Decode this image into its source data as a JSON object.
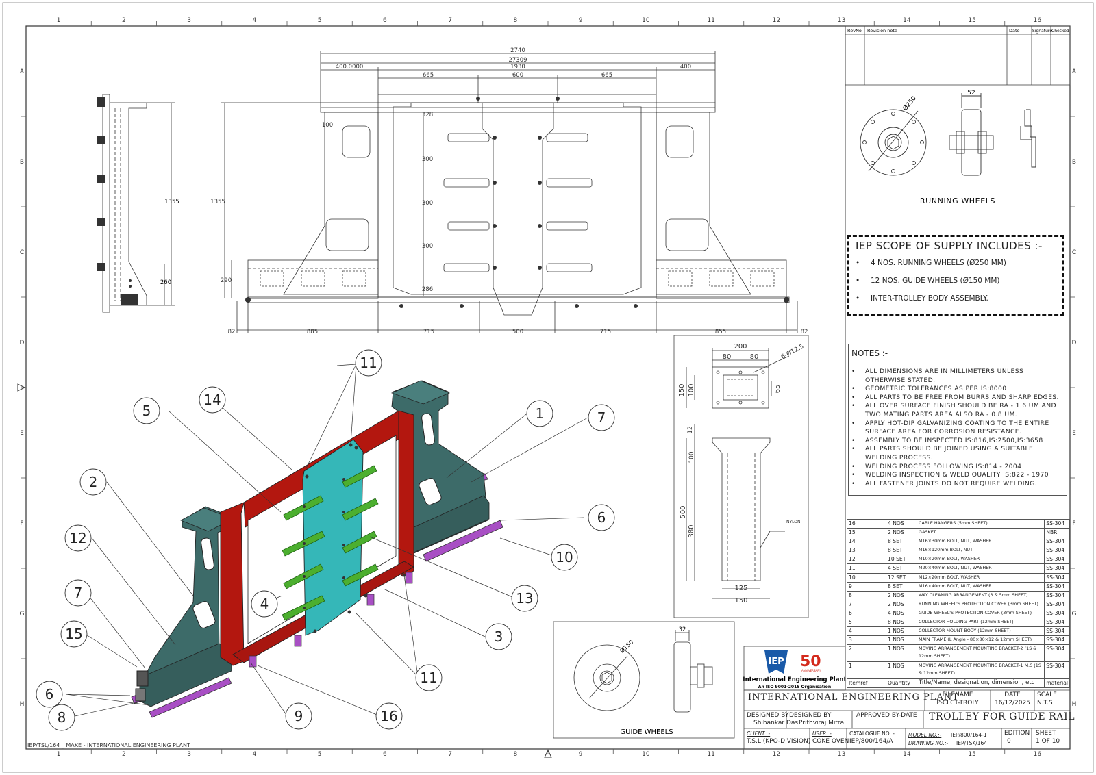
{
  "frame": {
    "col_numbers": [
      "1",
      "2",
      "3",
      "4",
      "5",
      "6",
      "7",
      "8",
      "9",
      "10",
      "11",
      "12",
      "13",
      "14",
      "15",
      "16"
    ],
    "row_letters": [
      "A",
      "B",
      "C",
      "D",
      "E",
      "F",
      "G",
      "H"
    ],
    "footer_left": "IEP/TSL/164 _ MAKE - INTERNATIONAL ENGINEERING PLANT"
  },
  "revision_table": {
    "headers": [
      "RevNo",
      "Revision note",
      "Date",
      "Signature",
      "Checked"
    ]
  },
  "running_wheels": {
    "label": "RUNNING WHEELS",
    "dims": {
      "dia": "Ø250",
      "width": "52"
    }
  },
  "scope": {
    "title": "IEP SCOPE OF SUPPLY INCLUDES :-",
    "items": [
      "4 NOS. RUNNING WHEELS (Ø250 MM)",
      "12 NOS. GUIDE WHEELS (Ø150 MM)",
      "INTER-TROLLEY BODY ASSEMBLY."
    ]
  },
  "notes": {
    "title": "NOTES :-",
    "items": [
      "ALL DIMENSIONS ARE IN MILLIMETERS UNLESS OTHERWISE STATED.",
      "GEOMETRIC TOLERANCES AS PER IS:8000",
      "ALL PARTS TO BE FREE FROM BURRS AND SHARP EDGES.",
      "ALL OVER SURFACE FINISH SHOULD BE RA - 1.6 UM AND TWO MATING PARTS AREA ALSO RA - 0.8 UM.",
      "APPLY HOT-DIP GALVANIZING COATING TO THE ENTIRE SURFACE AREA FOR CORROSION RESISTANCE.",
      "ASSEMBLY TO BE INSPECTED IS:816,IS:2500,IS:3658",
      "ALL PARTS SHOULD BE JOINED USING A SUITABLE WELDING PROCESS.",
      "WELDING PROCESS FOLLOWING IS:814 - 2004",
      "WELDING INSPECTION & WELD QUALITY IS:822 - 1970",
      "ALL FASTENER JOINTS DO NOT REQUIRE WELDING."
    ]
  },
  "top_view_dims": {
    "overall_1": "2740",
    "overall_2": "27309",
    "left_400": "400.0000",
    "center_1930": "1930",
    "right_400": "400",
    "d665_l": "665",
    "d600": "600",
    "d665_r": "665",
    "d100": "100",
    "d328": "328",
    "d300_a": "300",
    "d300_b": "300",
    "d300_c": "300",
    "d286": "286",
    "d1355": "1355",
    "d290": "290",
    "bottom": [
      "82",
      "885",
      "715",
      "500",
      "715",
      "855",
      "82"
    ]
  },
  "side_view_dims": {
    "h1355": "1355",
    "h260": "260"
  },
  "bracket_detail": {
    "d200": "200",
    "d80a": "80",
    "d80b": "80",
    "holes": "6-Ø12.5",
    "d150": "150",
    "d100": "100",
    "d65": "65",
    "d12": "12",
    "d100b": "100",
    "d500": "500",
    "d380": "380",
    "d125": "125",
    "d150b": "150",
    "nylon": "NYLON"
  },
  "guide_wheels": {
    "label": "GUIDE WHEELS",
    "dia": "Ø150",
    "width": "32"
  },
  "balloons": [
    "11",
    "14",
    "5",
    "1",
    "7",
    "2",
    "12",
    "7",
    "15",
    "6",
    "8",
    "4",
    "6",
    "10",
    "13",
    "3",
    "11",
    "9",
    "16"
  ],
  "bom": [
    {
      "item": "16",
      "qty": "4 NOS",
      "desc": "CABLE HANGERS (5mm SHEET)",
      "mat": "SS-304"
    },
    {
      "item": "15",
      "qty": "2 NOS",
      "desc": "GASKET",
      "mat": "NBR"
    },
    {
      "item": "14",
      "qty": "8 SET",
      "desc": "M16×30mm BOLT, NUT, WASHER",
      "mat": "SS-304"
    },
    {
      "item": "13",
      "qty": "8 SET",
      "desc": "M16×120mm BOLT, NUT",
      "mat": "SS-304"
    },
    {
      "item": "12",
      "qty": "10 SET",
      "desc": "M10×20mm BOLT, WASHER",
      "mat": "SS-304"
    },
    {
      "item": "11",
      "qty": "4 SET",
      "desc": "M20×40mm BOLT, NUT, WASHER",
      "mat": "SS-304"
    },
    {
      "item": "10",
      "qty": "12 SET",
      "desc": "M12×20mm BOLT, WASHER",
      "mat": "SS-304"
    },
    {
      "item": "9",
      "qty": "8 SET",
      "desc": "M16×40mm BOLT, NUT, WASHER",
      "mat": "SS-304"
    },
    {
      "item": "8",
      "qty": "2 NOS",
      "desc": "WAY CLEANING ARRANGEMENT (3 & 5mm SHEET)",
      "mat": "SS-304"
    },
    {
      "item": "7",
      "qty": "2 NOS",
      "desc": "RUNNING WHEEL'S PROTECTION COVER (3mm SHEET)",
      "mat": "SS-304"
    },
    {
      "item": "6",
      "qty": "4 NOS",
      "desc": "GUIDE WHEEL'S PROTECTION COVER (3mm SHEET)",
      "mat": "SS-304"
    },
    {
      "item": "5",
      "qty": "8 NOS",
      "desc": "COLLECTOR HOLDING PART (12mm SHEET)",
      "mat": "SS-304"
    },
    {
      "item": "4",
      "qty": "1 NOS",
      "desc": "COLLECTOR MOUNT BODY (12mm SHEET)",
      "mat": "SS-304"
    },
    {
      "item": "3",
      "qty": "1 NOS",
      "desc": "MAIN FRAME (L Angle - 80×80×12 & 12mm SHEET)",
      "mat": "SS-304"
    },
    {
      "item": "2",
      "qty": "1 NOS",
      "desc": "MOVING ARRANGEMENT MOUNTING BRACKET-2 (1S & 12mm SHEET)",
      "mat": "SS-304"
    },
    {
      "item": "1",
      "qty": "1 NOS",
      "desc": "MOVING ARRANGEMENT MOUNTING BRACKET-1 M.S (1S & 12mm SHEET)",
      "mat": "SS-304"
    }
  ],
  "bom_header": {
    "item": "Itemref",
    "qty": "Quantity",
    "desc": "Title/Name, designation, dimension, etc",
    "mat": "material"
  },
  "logo": {
    "badge": "IEP",
    "anniv": "50",
    "anniv_sub": "ANNIVERSARY",
    "company": "International Engineering Plant",
    "iso": "An ISO 9001-2015 Organisation"
  },
  "title_block": {
    "company_name": "INTERNATIONAL ENGINEERING PLANT",
    "filename_label": "FILENAME",
    "filename": "P-CLCT-TROLY",
    "date_label": "DATE",
    "date": "16/12/2025",
    "scale_label": "SCALE",
    "scale": "N.T.S",
    "designed_by_label": "DESIGNED BY",
    "designed_by": "Shibankar Das",
    "designed_by2_label": "DESIGNED BY",
    "designed_by2": "Prithviraj Mitra",
    "approved_label": "APPROVED BY-DATE",
    "title": "TROLLEY FOR GUIDE RAIL",
    "client_label": "CLIENT :-",
    "client": "T.S.L (KPO-DIVISION)",
    "user_label": "USER :-",
    "user": "COKE OVEN",
    "catalogue_label": "CATALOGUE NO.:-",
    "catalogue": "IEP/800/164/A",
    "model_label": "MODEL NO.:-",
    "model": "IEP/800/164-1",
    "drawing_label": "DRAWING NO.:-",
    "drawing": "IEP/TSK/164",
    "edition_label": "EDITION",
    "edition": "0",
    "sheet_label": "SHEET",
    "sheet": "1 OF 10"
  },
  "colors": {
    "frame_red": "#b3170f",
    "body_teal": "#3d6b69",
    "plate_cyan": "#35b7b8",
    "bar_green": "#4caf2f",
    "cover_purple": "#a84fc4",
    "badge_blue": "#1a5aa8",
    "anniv_red": "#d42a1c"
  }
}
